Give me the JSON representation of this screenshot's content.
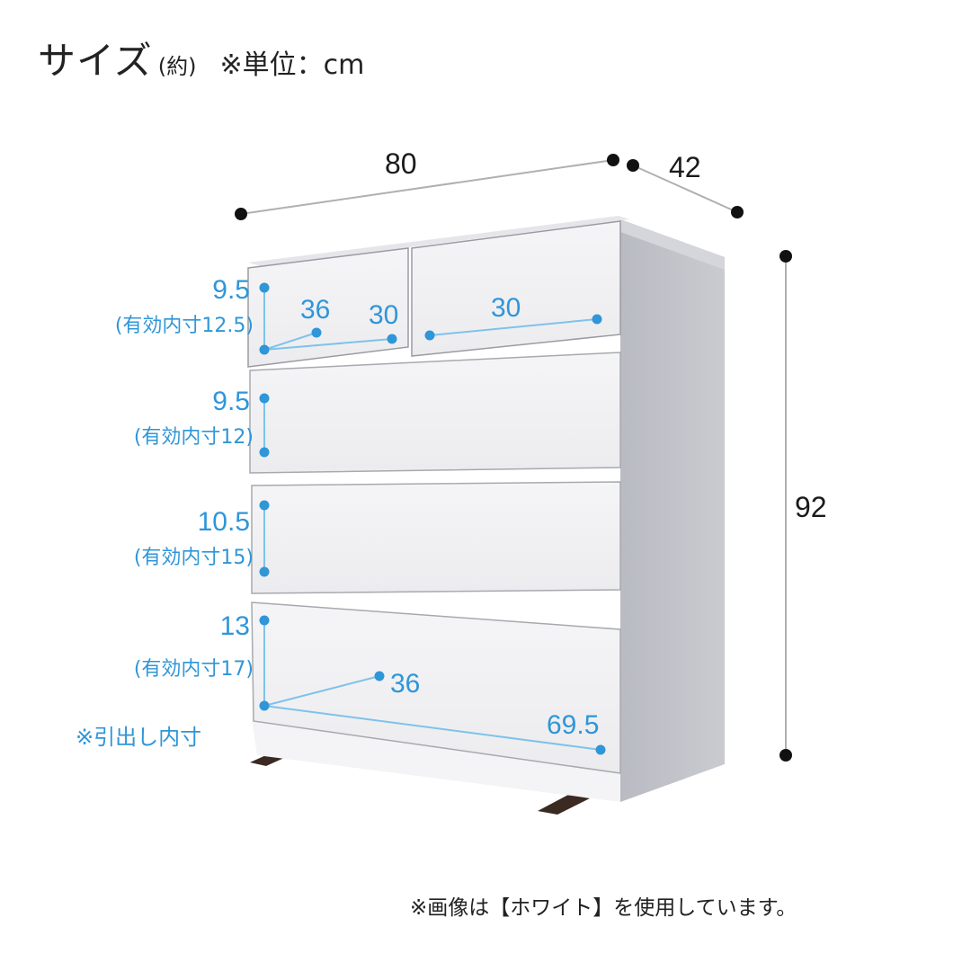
{
  "header": {
    "title": "サイズ",
    "approx": "(約)",
    "unit_note": "※単位：cm"
  },
  "dimensions": {
    "width": "80",
    "depth": "42",
    "height": "92"
  },
  "drawers": [
    {
      "row": 1,
      "height": "9.5",
      "inner_label": "(有効内寸12.5)",
      "inner_depth": "36",
      "inner_width_left": "30",
      "inner_width_right": "30"
    },
    {
      "row": 2,
      "height": "9.5",
      "inner_label": "(有効内寸12)"
    },
    {
      "row": 3,
      "height": "10.5",
      "inner_label": "(有効内寸15)"
    },
    {
      "row": 4,
      "height": "13",
      "inner_label": "(有効内寸17)",
      "inner_depth": "36",
      "inner_width": "69.5"
    }
  ],
  "drawer_note": "※引出し内寸",
  "footer_note": "※画像は【ホワイト】を使用しています。",
  "colors": {
    "accent_blue": "#2f96d8",
    "text_dark": "#222222",
    "cabinet_front": "#f1f1f3",
    "cabinet_side": "#c3c5cb",
    "leg": "#3b2a22"
  }
}
